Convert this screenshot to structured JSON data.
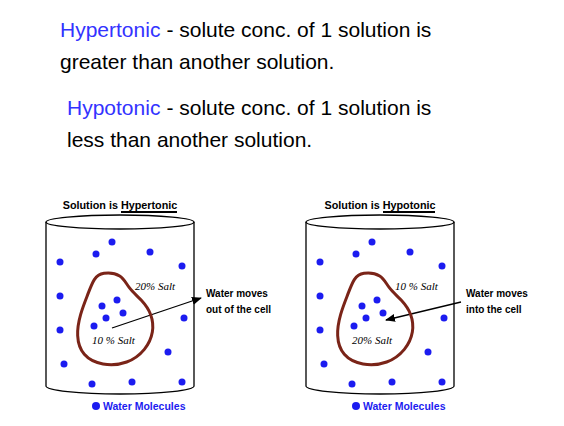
{
  "diagram": {
    "nodes": [
      {
        "text": [
          "Solution is Hypertonic",
          "20% Salt"
        ]
      },
      {
        "text": [
          "10 % Salt"
        ],
        "in": 0
      },
      {
        "text": [
          "Solution is Hypotonic",
          "10 % Salt"
        ]
      },
      {
        "text": [
          "20% Salt"
        ],
        "in": 2
      }
    ],
    "labels": [
      "Hypertonic",
      "- solute conc. of 1 solution is greater than another solution.",
      "Hypotonic",
      "- solute conc. of 1 solution is less than another solution.",
      "Water moves out of the cell",
      "Water moves into the cell"
    ],
    "legend": [
      {
        "text": "Water Molecules",
        "color": "#1c1cf0"
      },
      {
        "text": "Water Molecules",
        "color": "#1c1cf0"
      }
    ]
  }
}
